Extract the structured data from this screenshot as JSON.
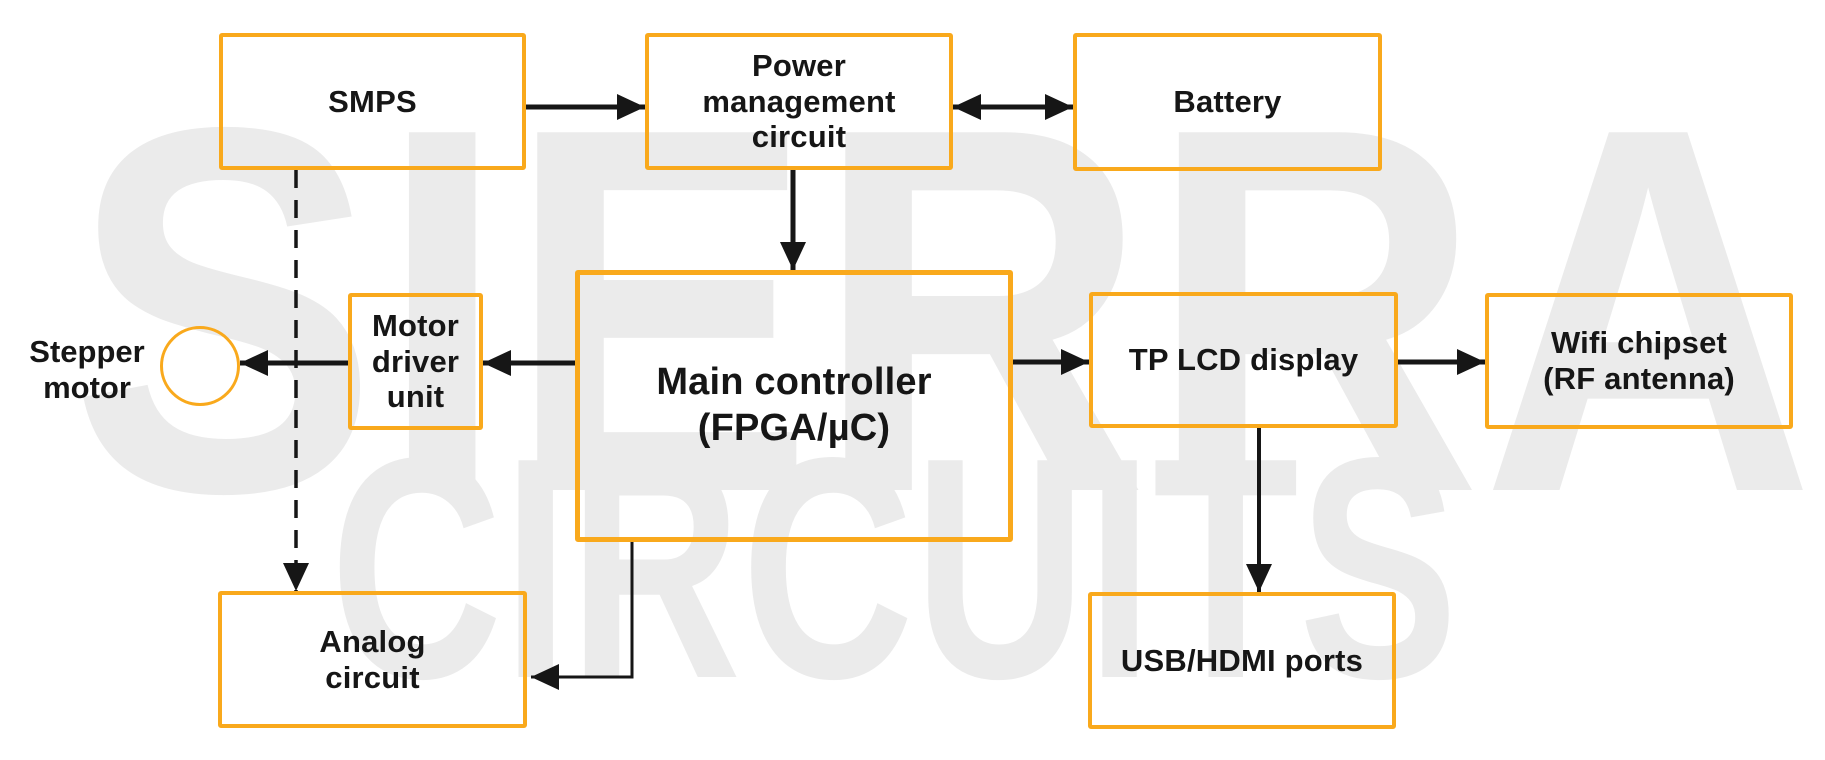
{
  "watermark": {
    "line1": "SIERRA",
    "line2": "CIRCUITS",
    "color": "#ebebeb"
  },
  "colors": {
    "box_border": "#F9A91C",
    "arrow": "#161616",
    "text": "#161616",
    "background": "#ffffff"
  },
  "diagram": {
    "nodes": {
      "smps": {
        "lines": [
          "SMPS"
        ]
      },
      "power_management": {
        "lines": [
          "Power",
          "management",
          "circuit"
        ]
      },
      "battery": {
        "lines": [
          "Battery"
        ]
      },
      "motor_driver": {
        "lines": [
          "Motor",
          "driver",
          "unit"
        ]
      },
      "main_controller": {
        "lines": [
          "Main controller",
          "(FPGA/µC)"
        ]
      },
      "tp_lcd_display": {
        "lines": [
          "TP LCD display"
        ]
      },
      "wifi_chipset": {
        "lines": [
          "Wifi chipset",
          "(RF antenna)"
        ]
      },
      "analog_circuit": {
        "lines": [
          "Analog",
          "circuit"
        ]
      },
      "usb_hdmi_ports": {
        "lines": [
          "USB/HDMI ports"
        ]
      },
      "stepper_motor": {
        "lines": [
          "Stepper",
          "motor"
        ],
        "shape": "circle"
      }
    },
    "edges": [
      {
        "from": "smps",
        "to": "power_management",
        "arrow": "single",
        "style": "solid"
      },
      {
        "from": "power_management",
        "to": "battery",
        "arrow": "double",
        "style": "solid"
      },
      {
        "from": "power_management",
        "to": "main_controller",
        "arrow": "single",
        "style": "solid"
      },
      {
        "from": "main_controller",
        "to": "motor_driver",
        "arrow": "single",
        "style": "solid"
      },
      {
        "from": "motor_driver",
        "to": "stepper_motor",
        "arrow": "single",
        "style": "solid"
      },
      {
        "from": "smps",
        "to": "analog_circuit",
        "arrow": "single",
        "style": "dashed"
      },
      {
        "from": "main_controller",
        "to": "tp_lcd_display",
        "arrow": "single",
        "style": "solid"
      },
      {
        "from": "tp_lcd_display",
        "to": "wifi_chipset",
        "arrow": "single",
        "style": "solid"
      },
      {
        "from": "tp_lcd_display",
        "to": "usb_hdmi_ports",
        "arrow": "single",
        "style": "solid"
      },
      {
        "from": "main_controller",
        "to": "analog_circuit",
        "arrow": "single",
        "style": "solid-elbow"
      }
    ]
  }
}
